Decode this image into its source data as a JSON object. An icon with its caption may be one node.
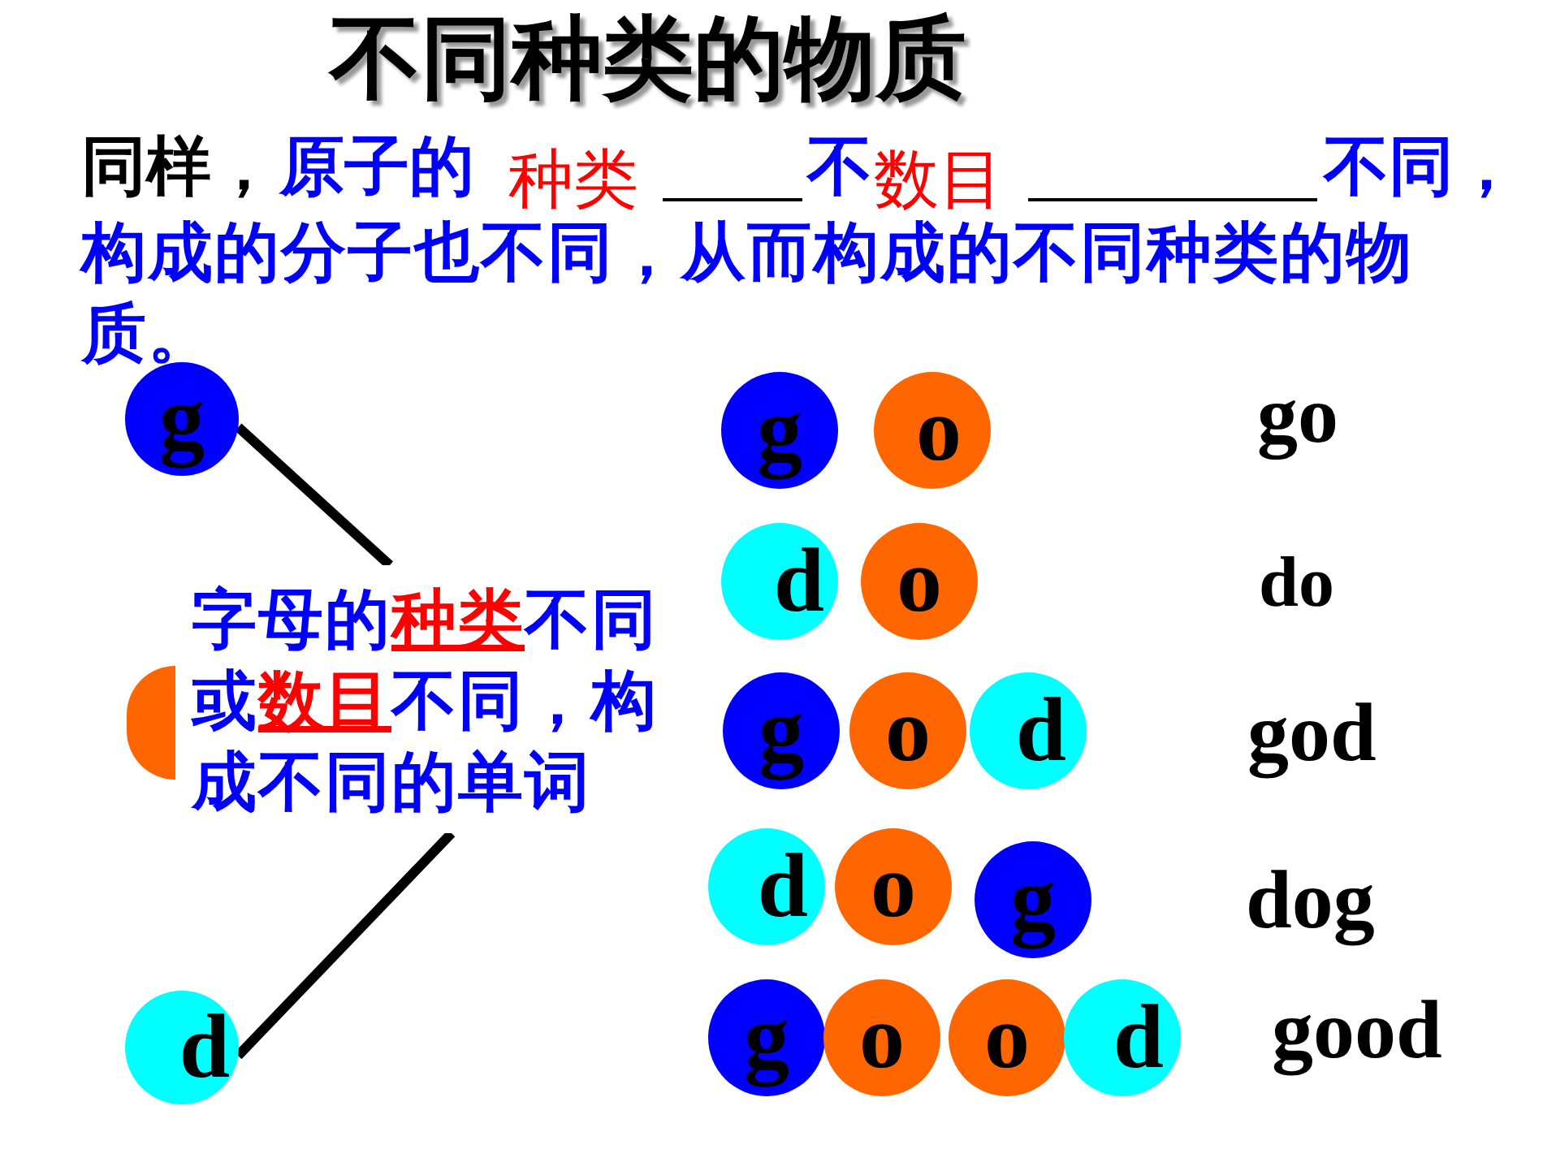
{
  "diagram": {
    "title": "不同种类的物质",
    "nodes": [
      {
        "text": [
          "g"
        ]
      },
      {
        "text": [],
        "shape": "circle"
      },
      {
        "text": [
          "d"
        ]
      },
      {
        "text": [
          "字母的**种类**不同或**数目**不同，构成不同的单词"
        ]
      },
      {
        "text": [
          "g"
        ]
      },
      {
        "text": [
          "o"
        ]
      },
      {
        "text": [
          "d"
        ]
      },
      {
        "text": [
          "o"
        ]
      },
      {
        "text": [
          "g"
        ]
      },
      {
        "text": [
          "o"
        ]
      },
      {
        "text": [
          "d"
        ]
      },
      {
        "text": [
          "d"
        ]
      },
      {
        "text": [
          "o"
        ]
      },
      {
        "text": [
          "g"
        ]
      },
      {
        "text": [
          "g"
        ]
      },
      {
        "text": [
          "o"
        ]
      },
      {
        "text": [
          "o"
        ]
      },
      {
        "text": [
          "d"
        ]
      }
    ],
    "edges": [
      {
        "from": 0,
        "to": 3,
        "arrow": "none"
      },
      {
        "from": 2,
        "to": 3,
        "arrow": "none"
      }
    ],
    "labels": [
      "同样，",
      "原子的",
      "种类",
      "不",
      "数目",
      "不同，",
      "构成的分子也不同，从而构成的不同种类的物质。",
      "go",
      "do",
      "god",
      "dog",
      "good"
    ]
  }
}
